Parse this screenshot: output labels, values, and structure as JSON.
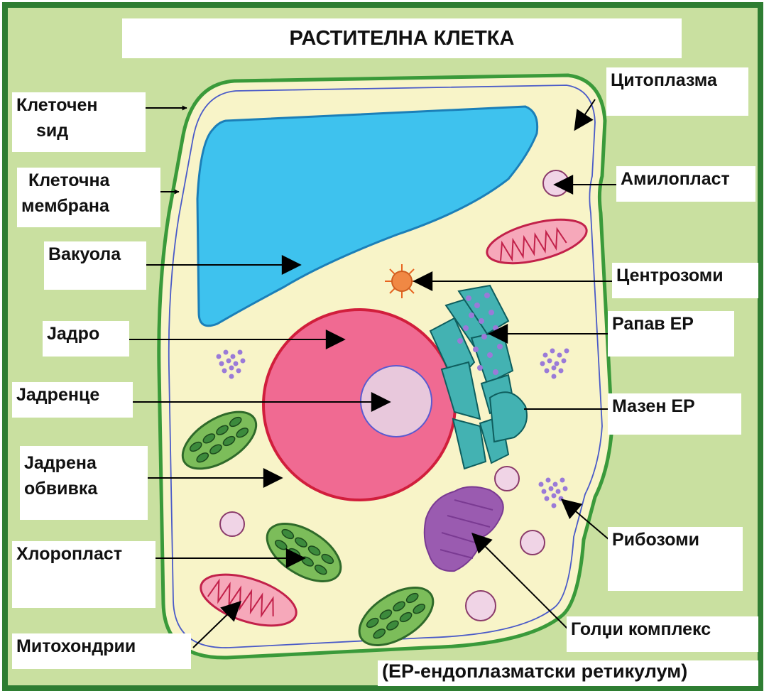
{
  "title": "РАСТИТЕЛНА КЛЕТКА",
  "colors": {
    "frame": "#2e7d32",
    "background": "#c9e0a0",
    "cytoplasm": "#f8f4c8",
    "vacuole": "#3ec2ee",
    "nucleus": "#f06a92",
    "nucleolus": "#e8c8dc",
    "chloroplast": "#7cbd5a",
    "mitochondria": "#f6a8ba",
    "er": "#43b2b2",
    "golgi": "#9a5bb0",
    "ribosomes": "#9a7ad8",
    "centrosome": "#f08844"
  },
  "labels": {
    "cell_wall": [
      "Клеточен",
      "ѕид"
    ],
    "cell_membrane": [
      "Клеточна",
      "мембрана"
    ],
    "vacuole": "Вакуола",
    "nucleus": "Јадро",
    "nucleolus": "Јадренце",
    "nuclear_envelope": [
      "Јадрена",
      "обвивка"
    ],
    "chloroplast": "Хлоропласт",
    "mitochondria": "Митохондрии",
    "cytoplasm": "Цитоплазма",
    "amyloplast": "Амилопласт",
    "centrosomes": "Центрозоми",
    "rough_er": "Рапав ЕР",
    "smooth_er": "Мазен ЕР",
    "ribosomes": "Рибозоми",
    "golgi": "Голџи комплекс",
    "er_note": "(ЕР-ендоплазматски ретикулум)"
  }
}
